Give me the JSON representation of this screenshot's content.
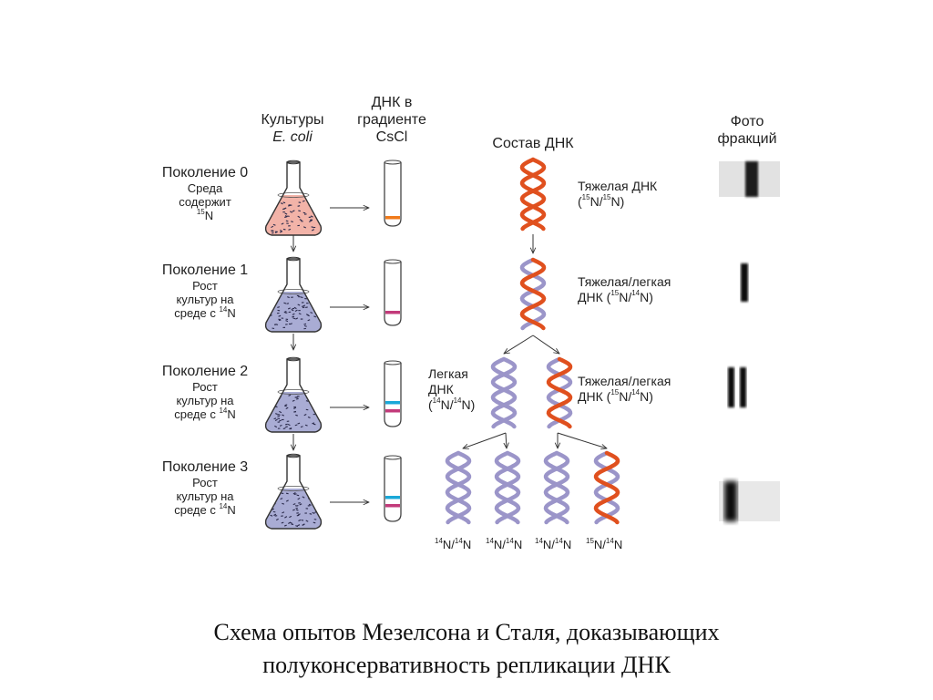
{
  "headers": {
    "cultures_line1": "Культуры",
    "cultures_line2": "E. coli",
    "gradient_line1": "ДНК в",
    "gradient_line2": "градиенте",
    "gradient_line3": "CsCl",
    "composition": "Состав ДНК",
    "photo_line1": "Фото",
    "photo_line2": "фракций"
  },
  "generations": [
    {
      "title": "Поколение 0",
      "desc_lines": [
        "Среда",
        "содержит"
      ],
      "isotope_mass": "15",
      "isotope_el": "N",
      "flask_color": "#f2b3a8",
      "bands": [
        "#f07a1a"
      ]
    },
    {
      "title": "Поколение 1",
      "desc_lines": [
        "Рост",
        "культур на"
      ],
      "desc_last": "среде с ",
      "isotope_mass": "14",
      "isotope_el": "N",
      "flask_color": "#a9acd4",
      "bands": [
        "#c23a7a"
      ]
    },
    {
      "title": "Поколение 2",
      "desc_lines": [
        "Рост",
        "культур на"
      ],
      "desc_last": "среде с ",
      "isotope_mass": "14",
      "isotope_el": "N",
      "flask_color": "#a9acd4",
      "bands": [
        "#1aa8d8",
        "#c23a7a"
      ]
    },
    {
      "title": "Поколение 3",
      "desc_lines": [
        "Рост",
        "культур на"
      ],
      "desc_last": "среде с ",
      "isotope_mass": "14",
      "isotope_el": "N",
      "flask_color": "#a9acd4",
      "bands": [
        "#1aa8d8",
        "#c23a7a"
      ]
    }
  ],
  "dna_labels": {
    "heavy_text": "Тяжелая ДНК",
    "heavy_formula": {
      "open": "(",
      "m1": "15",
      "e1": "N/",
      "m2": "15",
      "e2": "N)"
    },
    "hl1_text": "Тяжелая/легкая",
    "hl1_formula": {
      "pre": "ДНК (",
      "m1": "15",
      "e1": "N/",
      "m2": "14",
      "e2": "N)"
    },
    "light_text1": "Легкая",
    "light_text2": "ДНК",
    "light_formula": {
      "open": "(",
      "m1": "14",
      "e1": "N/",
      "m2": "14",
      "e2": "N)"
    },
    "hl2_text": "Тяжелая/легкая",
    "hl2_formula": {
      "pre": "ДНК (",
      "m1": "15",
      "e1": "N/",
      "m2": "14",
      "e2": "N)"
    }
  },
  "bottom_labels": [
    {
      "m1": "14",
      "e1": "N/",
      "m2": "14",
      "e2": "N"
    },
    {
      "m1": "14",
      "e1": "N/",
      "m2": "14",
      "e2": "N"
    },
    {
      "m1": "14",
      "e1": "N/",
      "m2": "14",
      "e2": "N"
    },
    {
      "m1": "15",
      "e1": "N/",
      "m2": "14",
      "e2": "N"
    }
  ],
  "colors": {
    "heavy_strand": "#e0501e",
    "light_strand": "#9b95c9",
    "arrow": "#333333",
    "tube_outline": "#444444"
  },
  "caption": {
    "line1": "Схема опытов Мезелсона и Сталя, доказывающих",
    "line2": "полуконсервативность репликации ДНК"
  }
}
